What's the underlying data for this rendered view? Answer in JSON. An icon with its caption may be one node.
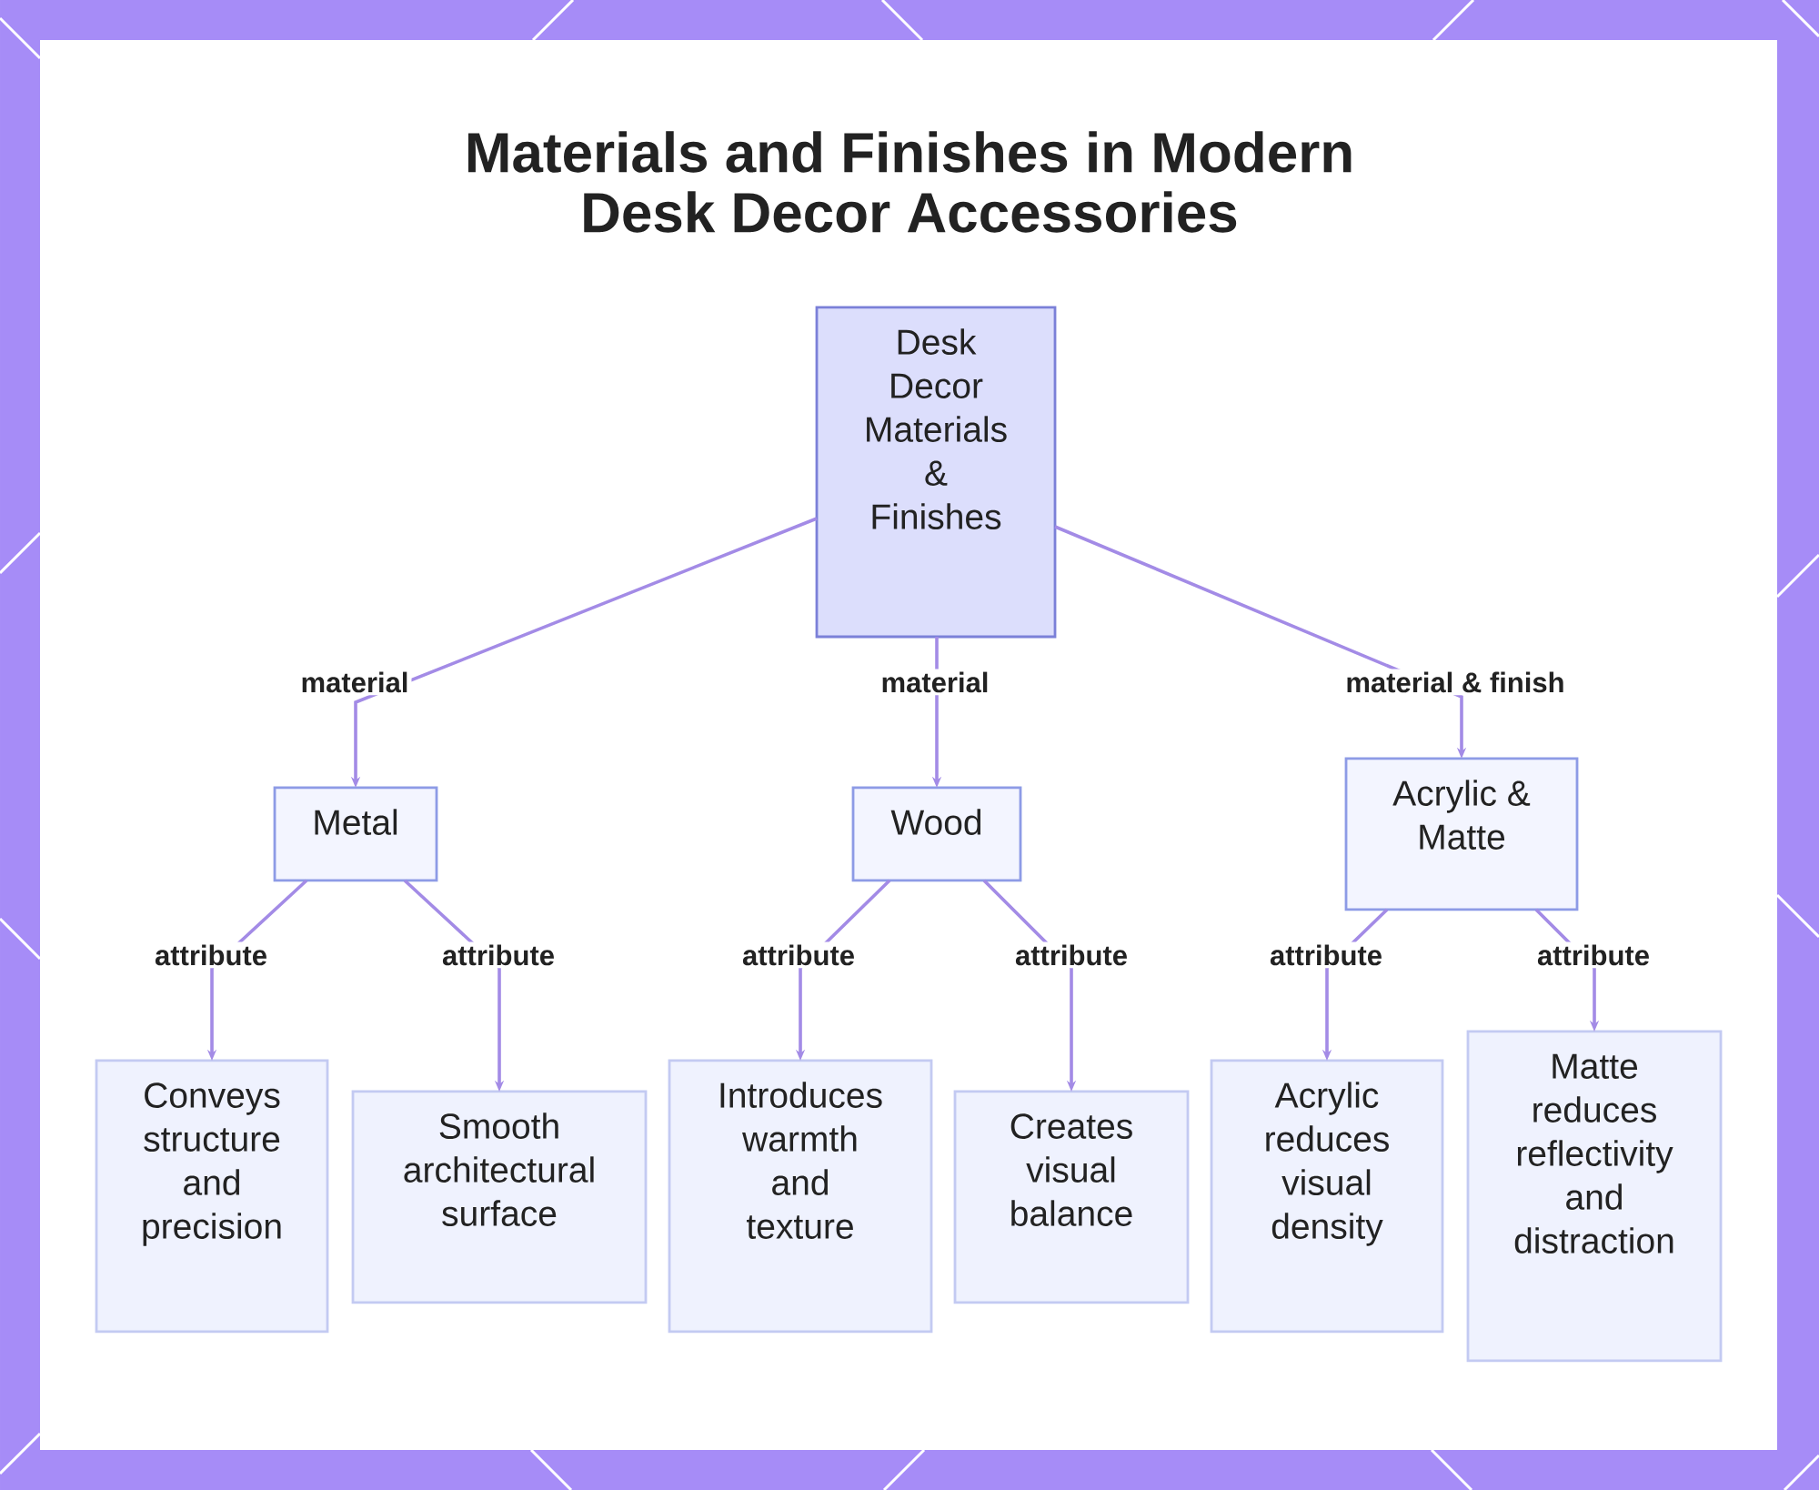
{
  "diagram": {
    "title": "Materials and Finishes in Modern Desk Decor Accessories",
    "nodes": [
      {
        "text": [
          "Desk Decor Materials & Finishes"
        ]
      },
      {
        "text": [
          "Metal"
        ]
      },
      {
        "text": [
          "Wood"
        ]
      },
      {
        "text": [
          "Acrylic & Matte"
        ]
      },
      {
        "text": [
          "Conveys structure and precision"
        ]
      },
      {
        "text": [
          "Smooth architectural surface"
        ]
      },
      {
        "text": [
          "Introduces warmth and texture"
        ]
      },
      {
        "text": [
          "Creates visual balance"
        ]
      },
      {
        "text": [
          "Acrylic reduces visual density"
        ]
      },
      {
        "text": [
          "Matte reduces reflectivity and distraction"
        ]
      }
    ],
    "edges": [
      {
        "from": 0,
        "to": 1,
        "arrow": "to",
        "label": "material"
      },
      {
        "from": 0,
        "to": 2,
        "arrow": "to",
        "label": "material"
      },
      {
        "from": 0,
        "to": 3,
        "arrow": "to",
        "label": "material & finish"
      },
      {
        "from": 1,
        "to": 4,
        "arrow": "to",
        "label": "attribute"
      },
      {
        "from": 1,
        "to": 5,
        "arrow": "to",
        "label": "attribute"
      },
      {
        "from": 2,
        "to": 6,
        "arrow": "to",
        "label": "attribute"
      },
      {
        "from": 2,
        "to": 7,
        "arrow": "to",
        "label": "attribute"
      },
      {
        "from": 3,
        "to": 8,
        "arrow": "to",
        "label": "attribute"
      },
      {
        "from": 3,
        "to": 9,
        "arrow": "to",
        "label": "attribute"
      }
    ]
  }
}
